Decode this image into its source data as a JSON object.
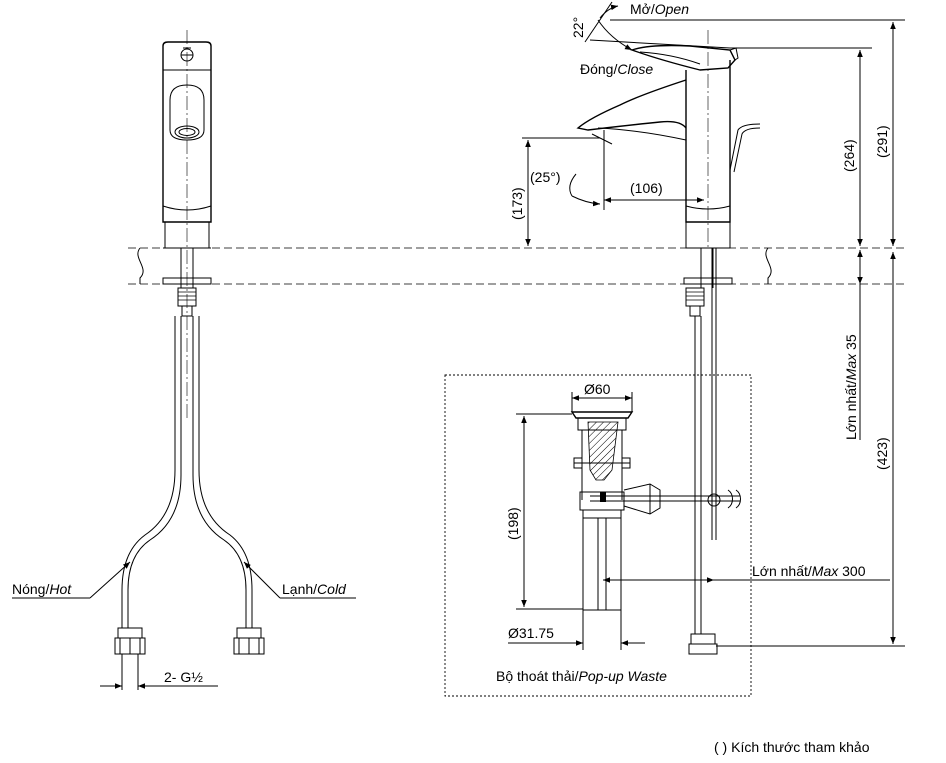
{
  "labels": {
    "open_vi": "Mở/",
    "open_en": "Open",
    "close_vi": "Đóng/",
    "close_en": "Close",
    "angle_22": "22°",
    "angle_25": "(25°)",
    "dim_106": "(106)",
    "dim_173": "(173)",
    "dim_264": "(264)",
    "dim_291": "(291)",
    "dim_423": "(423)",
    "max35_vi": "Lớn nhất/",
    "max35_en": "Max",
    "max35_val": " 35",
    "dia_60": "Ø60",
    "dim_198": "(198)",
    "dia_3175": "Ø31.75",
    "max300_vi": "Lớn nhất/",
    "max300_en": "Max",
    "max300_val": " 300",
    "popup_vi": "Bộ thoát thải/",
    "popup_en": "Pop-up Waste",
    "hot_vi": "Nóng/",
    "hot_en": "Hot",
    "cold_vi": "Lạnh/",
    "cold_en": "Cold",
    "thread": "2- G½",
    "note": "( ) Kích thước tham khảo"
  }
}
